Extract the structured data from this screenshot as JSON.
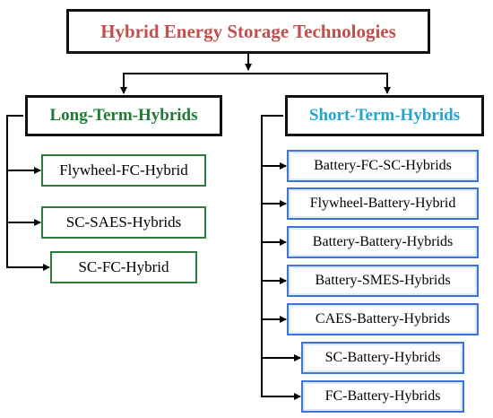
{
  "colors": {
    "root_text": "#c0504d",
    "long_term_text": "#1e7b34",
    "short_term_text": "#22a4d8",
    "long_term_border": "#2e7a3f",
    "short_term_border": "#3f73d6",
    "short_term_fill": "#dcebfb",
    "line": "#000000"
  },
  "root": {
    "label": "Hybrid Energy Storage Technologies"
  },
  "long_term": {
    "label": "Long-Term-Hybrids",
    "items": [
      "Flywheel-FC-Hybrid",
      "SC-SAES-Hybrids",
      "SC-FC-Hybrid"
    ]
  },
  "short_term": {
    "label": "Short-Term-Hybrids",
    "items": [
      "Battery-FC-SC-Hybrids",
      "Flywheel-Battery-Hybrid",
      "Battery-Battery-Hybrids",
      "Battery-SMES-Hybrids",
      "CAES-Battery-Hybrids",
      "SC-Battery-Hybrids",
      "FC-Battery-Hybrids"
    ]
  }
}
